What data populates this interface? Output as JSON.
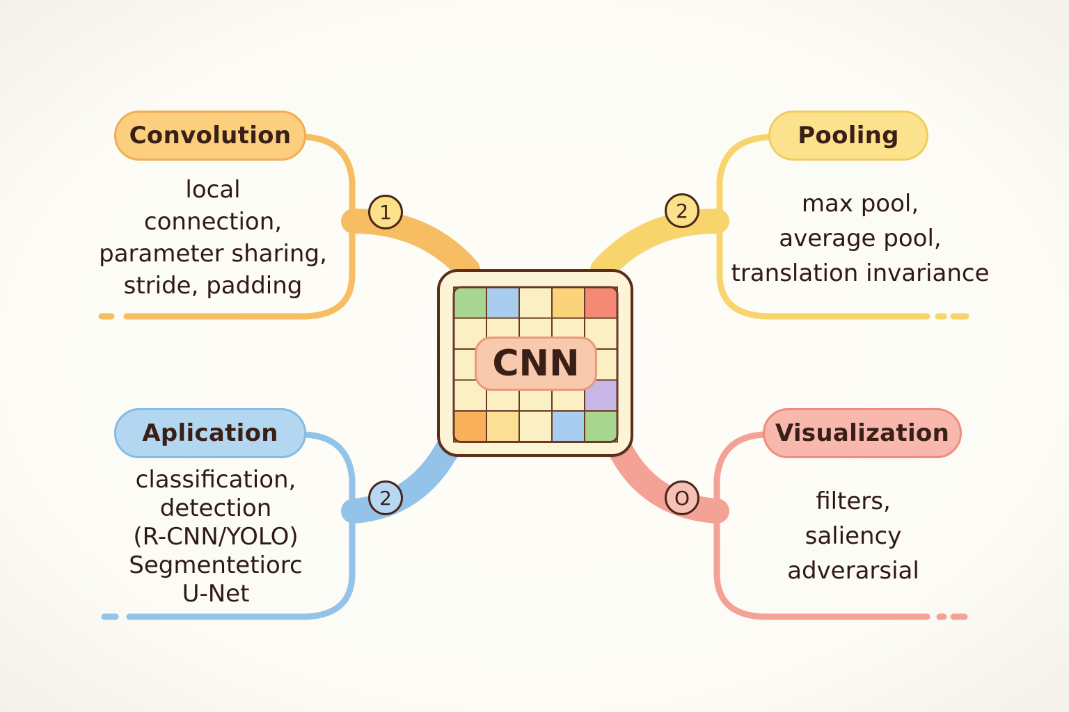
{
  "center": {
    "label": "CNN"
  },
  "branches": {
    "convolution": {
      "title": "Convolution",
      "badge": "1",
      "lines": [
        "local",
        "connection,",
        "parameter sharing,",
        "stride, padding"
      ],
      "color": "#f5b75f"
    },
    "pooling": {
      "title": "Pooling",
      "badge": "2",
      "lines": [
        "max pool,",
        "average pool,",
        "translation invariance"
      ],
      "color": "#f8d46c"
    },
    "application": {
      "title": "Aplication",
      "badge": "2",
      "lines": [
        "classification,",
        "detection",
        "(R-CNN/YOLO)",
        "Segmentetiorc",
        "U-Net"
      ],
      "color": "#93c3e8"
    },
    "visualization": {
      "title": "Visualization",
      "badge": "O",
      "lines": [
        "filters,",
        "saliency",
        "adverarsial"
      ],
      "color": "#f4a196"
    }
  },
  "grid_colors": [
    [
      "#a8d58f",
      "#a9cdef",
      "#fbf0c4",
      "#fbd37a",
      "#f48a73"
    ],
    [
      "#fbf0c4",
      "#fbf0c4",
      "#fbf0c4",
      "#fbf0c4",
      "#fbf0c4"
    ],
    [
      "#fbf0c4",
      "#fbf0c4",
      "#fbf0c4",
      "#fbf0c4",
      "#fbf0c4"
    ],
    [
      "#fbf0c4",
      "#fbf0c4",
      "#fbf0c4",
      "#fbf0c4",
      "#c8b7e4"
    ],
    [
      "#f8b05a",
      "#fbdf94",
      "#fbf0c4",
      "#a9cdef",
      "#a8d58f"
    ]
  ]
}
